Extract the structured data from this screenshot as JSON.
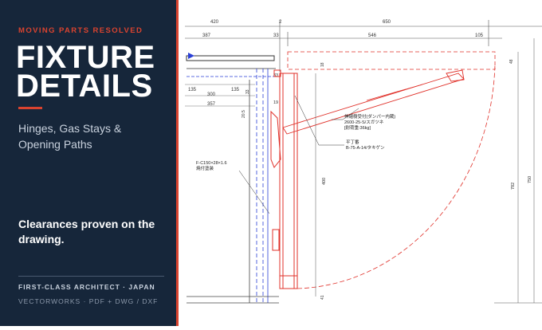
{
  "colors": {
    "panel_bg": "#16263a",
    "accent": "#d9432f",
    "drawing_red": "#e0312a",
    "drawing_blue": "#2a3fd6",
    "drawing_dark": "#444444"
  },
  "panel": {
    "eyebrow": "MOVING PARTS RESOLVED",
    "title_line1": "FIXTURE",
    "title_line2": "DETAILS",
    "subtitle": "Hinges, Gas Stays & Opening Paths",
    "body": "Clearances proven on the drawing.",
    "footer_line1": "FIRST-CLASS ARCHITECT · JAPAN",
    "footer_line2": "VECTORWORKS · PDF + DWG / DXF"
  },
  "drawing": {
    "dim_top": [
      "420",
      "2",
      "650"
    ],
    "dim_second": [
      "387",
      "33",
      "546",
      "105"
    ],
    "dim_left": [
      "135",
      "300",
      "135",
      "357"
    ],
    "dim_small": [
      "33",
      "33",
      "20.5",
      "19"
    ],
    "dim_right_vertical": [
      "48",
      "782",
      "750"
    ],
    "dim_side": [
      "18",
      "400",
      "41"
    ],
    "note_gas_stay": [
      "伸縮樹受付(ダンパー内蔵)",
      "2600-25-S/スガツネ",
      "[耐荷重:36kg]"
    ],
    "note_hinge": [
      "平丁番",
      "B-75-A-14/タキゲン"
    ],
    "note_panel": [
      "F-C150×28×1.6",
      "焼付塗装"
    ]
  }
}
